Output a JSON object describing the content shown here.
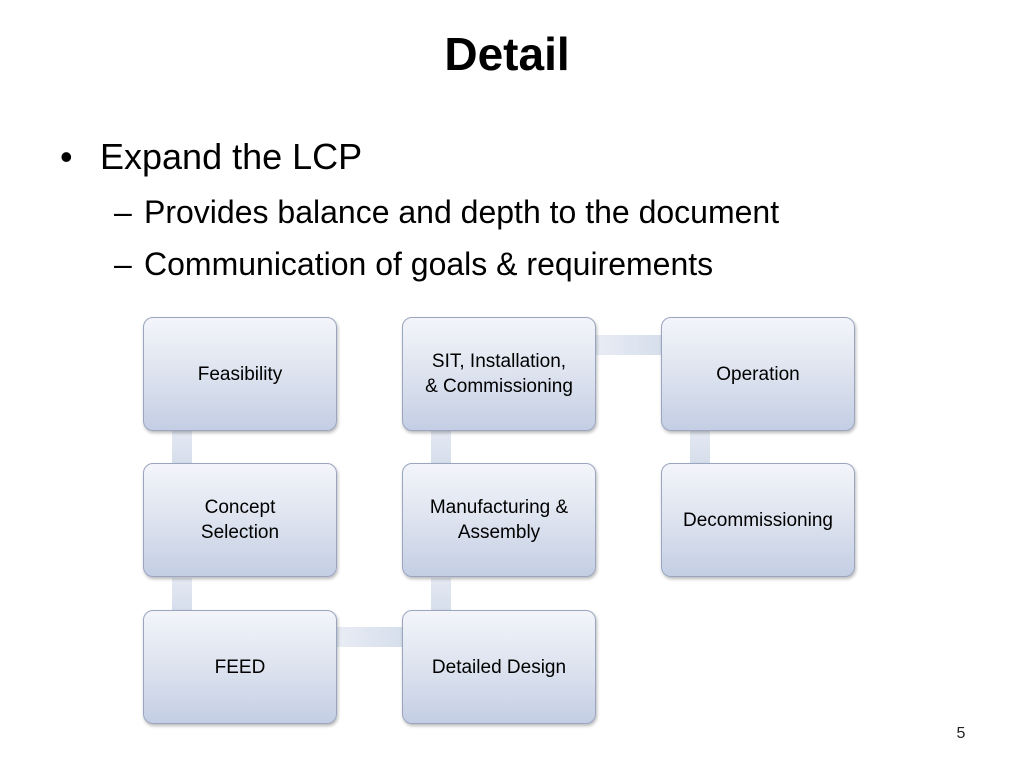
{
  "slide": {
    "title": "Detail",
    "bullets": [
      {
        "text": "Expand the LCP",
        "sub": [
          "Provides balance and depth to the document",
          "Communication of goals & requirements"
        ]
      }
    ],
    "page_number": "5"
  },
  "diagram": {
    "nodes": [
      "Feasibility",
      "Concept\nSelection",
      "FEED",
      "Detailed Design",
      "Manufacturing &\nAssembly",
      "SIT, Installation,\n& Commissioning",
      "Operation",
      "Decommissioning"
    ],
    "colors": {
      "node_top": "#f3f5fa",
      "node_bottom": "#c4cee4",
      "node_border": "#9aa6bf",
      "connector": "#d6deec"
    }
  }
}
